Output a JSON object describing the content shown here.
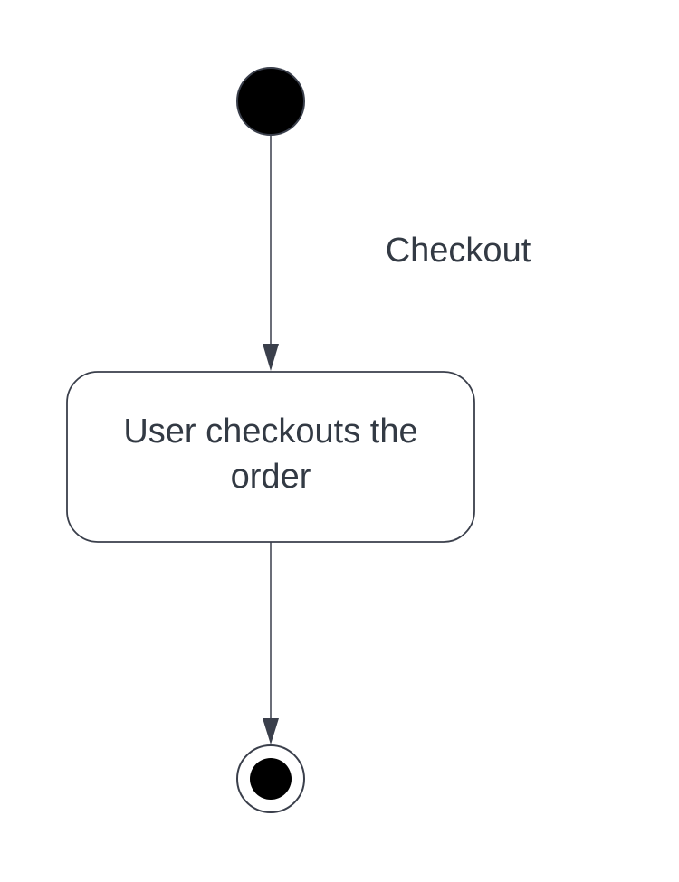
{
  "diagram": {
    "transition_label": "Checkout",
    "activity": {
      "line1": "User checkouts the",
      "line2": "order"
    },
    "colors": {
      "stroke": "#3a3f4b",
      "node_fill": "#000000",
      "text": "#333a44",
      "background": "#ffffff"
    }
  }
}
